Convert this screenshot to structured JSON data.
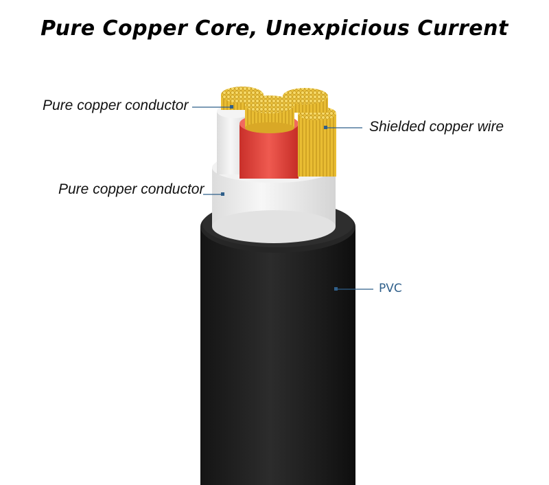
{
  "title": "Pure Copper Core, Unexpicious Current",
  "callouts": {
    "top_left": "Pure copper conductor",
    "mid_left": "Pure copper conductor",
    "right": "Shielded copper wire",
    "pvc": "PVC"
  },
  "colors": {
    "jacket": "#1f1f1f",
    "insulation": "#eeeeee",
    "copper": "#e3b72e",
    "red_core": "#e8473f",
    "leader": "#2f5f8a"
  }
}
